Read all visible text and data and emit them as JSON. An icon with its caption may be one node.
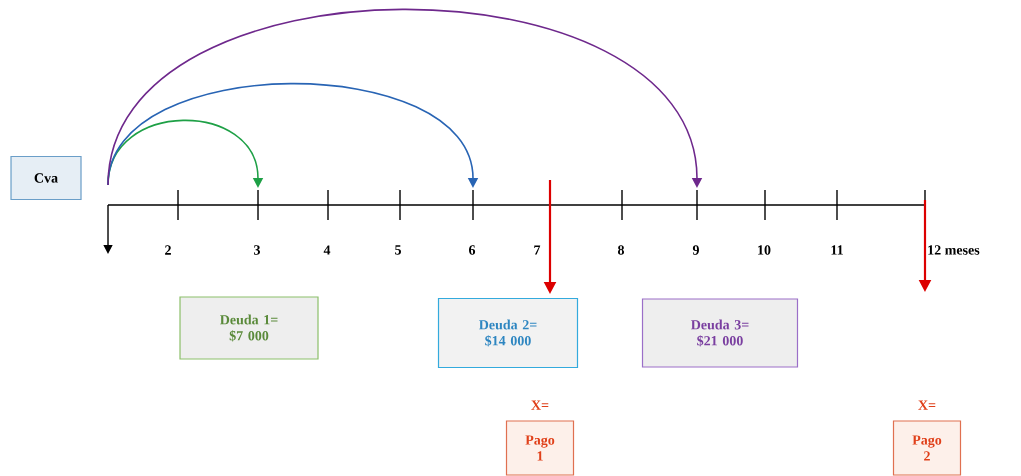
{
  "diagram": {
    "nodes": [
      {
        "text": [
          "Cva"
        ]
      },
      {
        "text": [
          "Deuda 1= $7 000"
        ]
      },
      {
        "text": [
          "Deuda 2= $14 000"
        ]
      },
      {
        "text": [
          "Deuda 3= $21 000"
        ]
      },
      {
        "text": [
          "Pago 1"
        ],
        "beside": [
          "X="
        ]
      },
      {
        "text": [
          "Pago 2"
        ],
        "beside": [
          "X="
        ]
      }
    ],
    "labels": [
      "2",
      "3",
      "4",
      "5",
      "6",
      "7",
      "8",
      "9",
      "10",
      "11",
      "12 meses"
    ]
  }
}
